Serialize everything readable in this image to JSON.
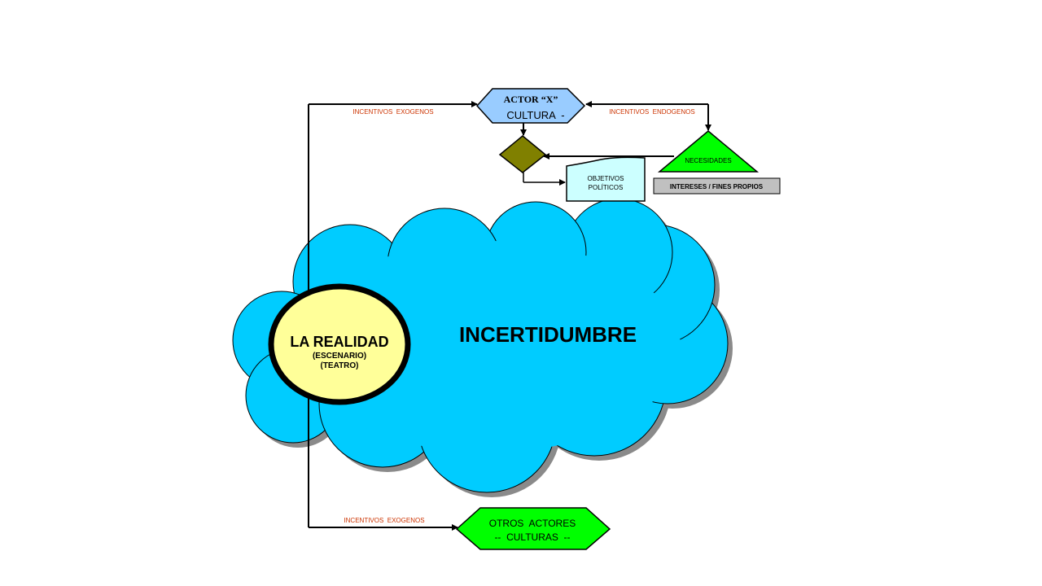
{
  "actor": {
    "title": "ACTOR “X”",
    "subtitle": "CULTURA  -"
  },
  "edges": {
    "incentivos_exogenos_top": "INCENTIVOS  EXOGENOS",
    "incentivos_endogenos": "INCENTIVOS  ENDOGENOS",
    "incentivos_exogenos_bottom": "INCENTIVOS  EXOGENOS"
  },
  "necesidades": {
    "label": "NECESIDADES",
    "box_label": "INTERESES / FINES PROPIOS"
  },
  "objetivos": {
    "line1": "OBJETIVOS",
    "line2": "POLÍTICOS"
  },
  "cloud": {
    "label": "INCERTIDUMBRE"
  },
  "realidad": {
    "title": "LA REALIDAD",
    "line1": "(ESCENARIO)",
    "line2": "(TEATRO)"
  },
  "otros": {
    "line1": "OTROS  ACTORES",
    "line2": "--  CULTURAS  --"
  },
  "colors": {
    "cloud_fill": "#00ccff",
    "cloud_shadow": "#8a8a8a",
    "realidad_fill": "#ffff99",
    "actor_fill": "#99ccff",
    "decision_fill": "#808000",
    "green_fill": "#00ff00",
    "objetivos_fill": "#ccffff",
    "intereses_fill": "#c0c0c0",
    "edge_label": "#cc3300"
  }
}
